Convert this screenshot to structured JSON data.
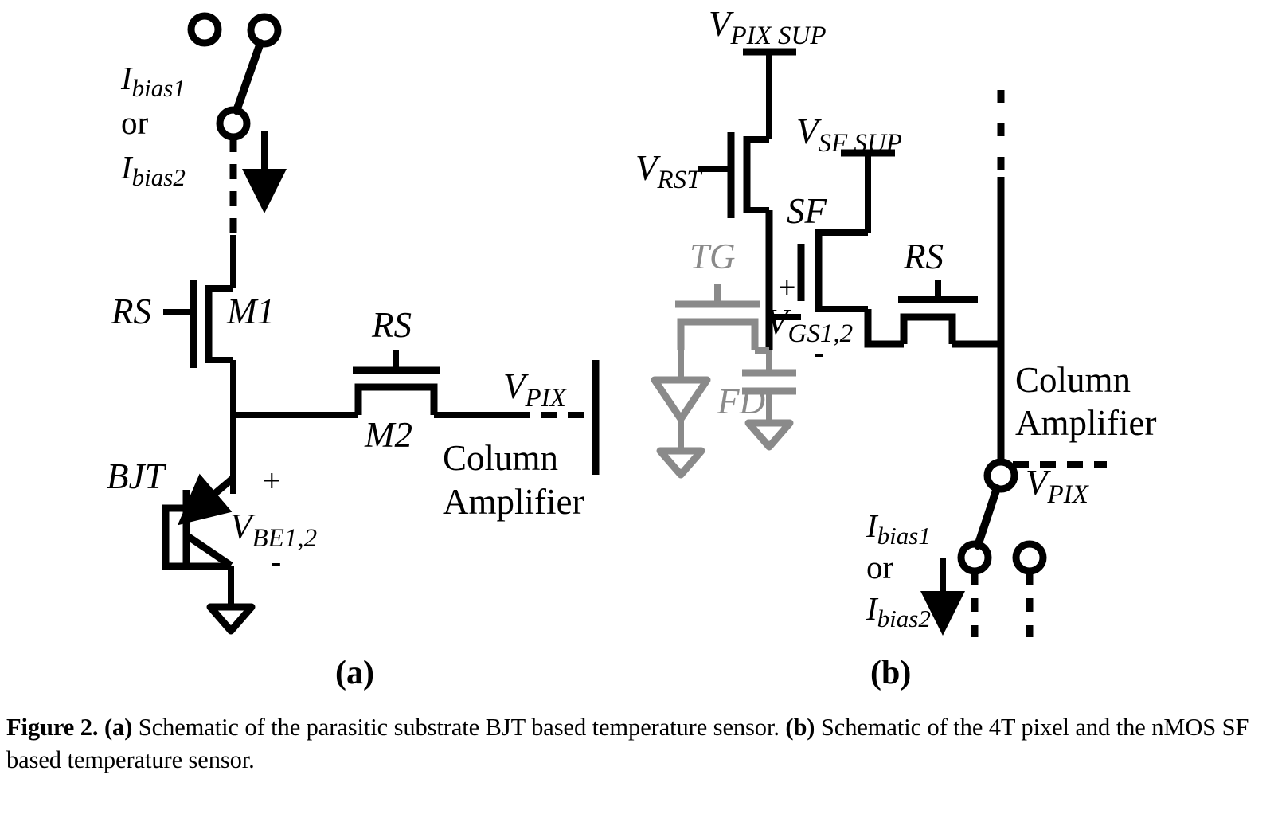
{
  "figure": {
    "caption_label": "Figure 2.",
    "caption_part_a_tag": "(a)",
    "caption_part_a_text": " Schematic of the parasitic substrate BJT based temperature sensor. ",
    "caption_part_b_tag": "(b)",
    "caption_part_b_text": " Schematic of the 4T pixel and the nMOS SF based temperature sensor.",
    "panel_a_tag": "(a)",
    "panel_b_tag": "(b)"
  },
  "colors": {
    "ink": "#000000",
    "gray": "#8a8a8a",
    "background": "#ffffff"
  },
  "panel_a": {
    "title": "Parasitic substrate BJT based temperature sensor",
    "bias_line_1": "I",
    "bias_sub_1": "bias1",
    "bias_or": "or",
    "bias_line_2": "I",
    "bias_sub_2": "bias2",
    "rs_gate_m1": "RS",
    "m1_label": "M1",
    "rs_gate_m2": "RS",
    "m2_label": "M2",
    "bjt_label": "BJT",
    "vbe_main": "V",
    "vbe_sub": "BE1,2",
    "polarity_plus": "+",
    "polarity_minus": "-",
    "vpix_main": "V",
    "vpix_sub": "PIX",
    "column_amp_line1": "Column",
    "column_amp_line2": "Amplifier"
  },
  "panel_b": {
    "title": "4T pixel and nMOS SF based temperature sensor",
    "vpixsup_main": "V",
    "vpixsup_sub": "PIX SUP",
    "vrst_main": "V",
    "vrst_sub": "RST",
    "vsfsup_main": "V",
    "vsfsup_sub": "SF SUP",
    "sf_label": "SF",
    "tg_label": "TG",
    "fd_label": "FD",
    "vgs_main": "V",
    "vgs_sub": "GS1,2",
    "polarity_plus": "+",
    "polarity_minus": "-",
    "rs_label": "RS",
    "column_amp_line1": "Column",
    "column_amp_line2": "Amplifier",
    "vpix_main": "V",
    "vpix_sub": "PIX",
    "bias_line_1": "I",
    "bias_sub_1": "bias1",
    "bias_or": "or",
    "bias_line_2": "I",
    "bias_sub_2": "bias2"
  }
}
